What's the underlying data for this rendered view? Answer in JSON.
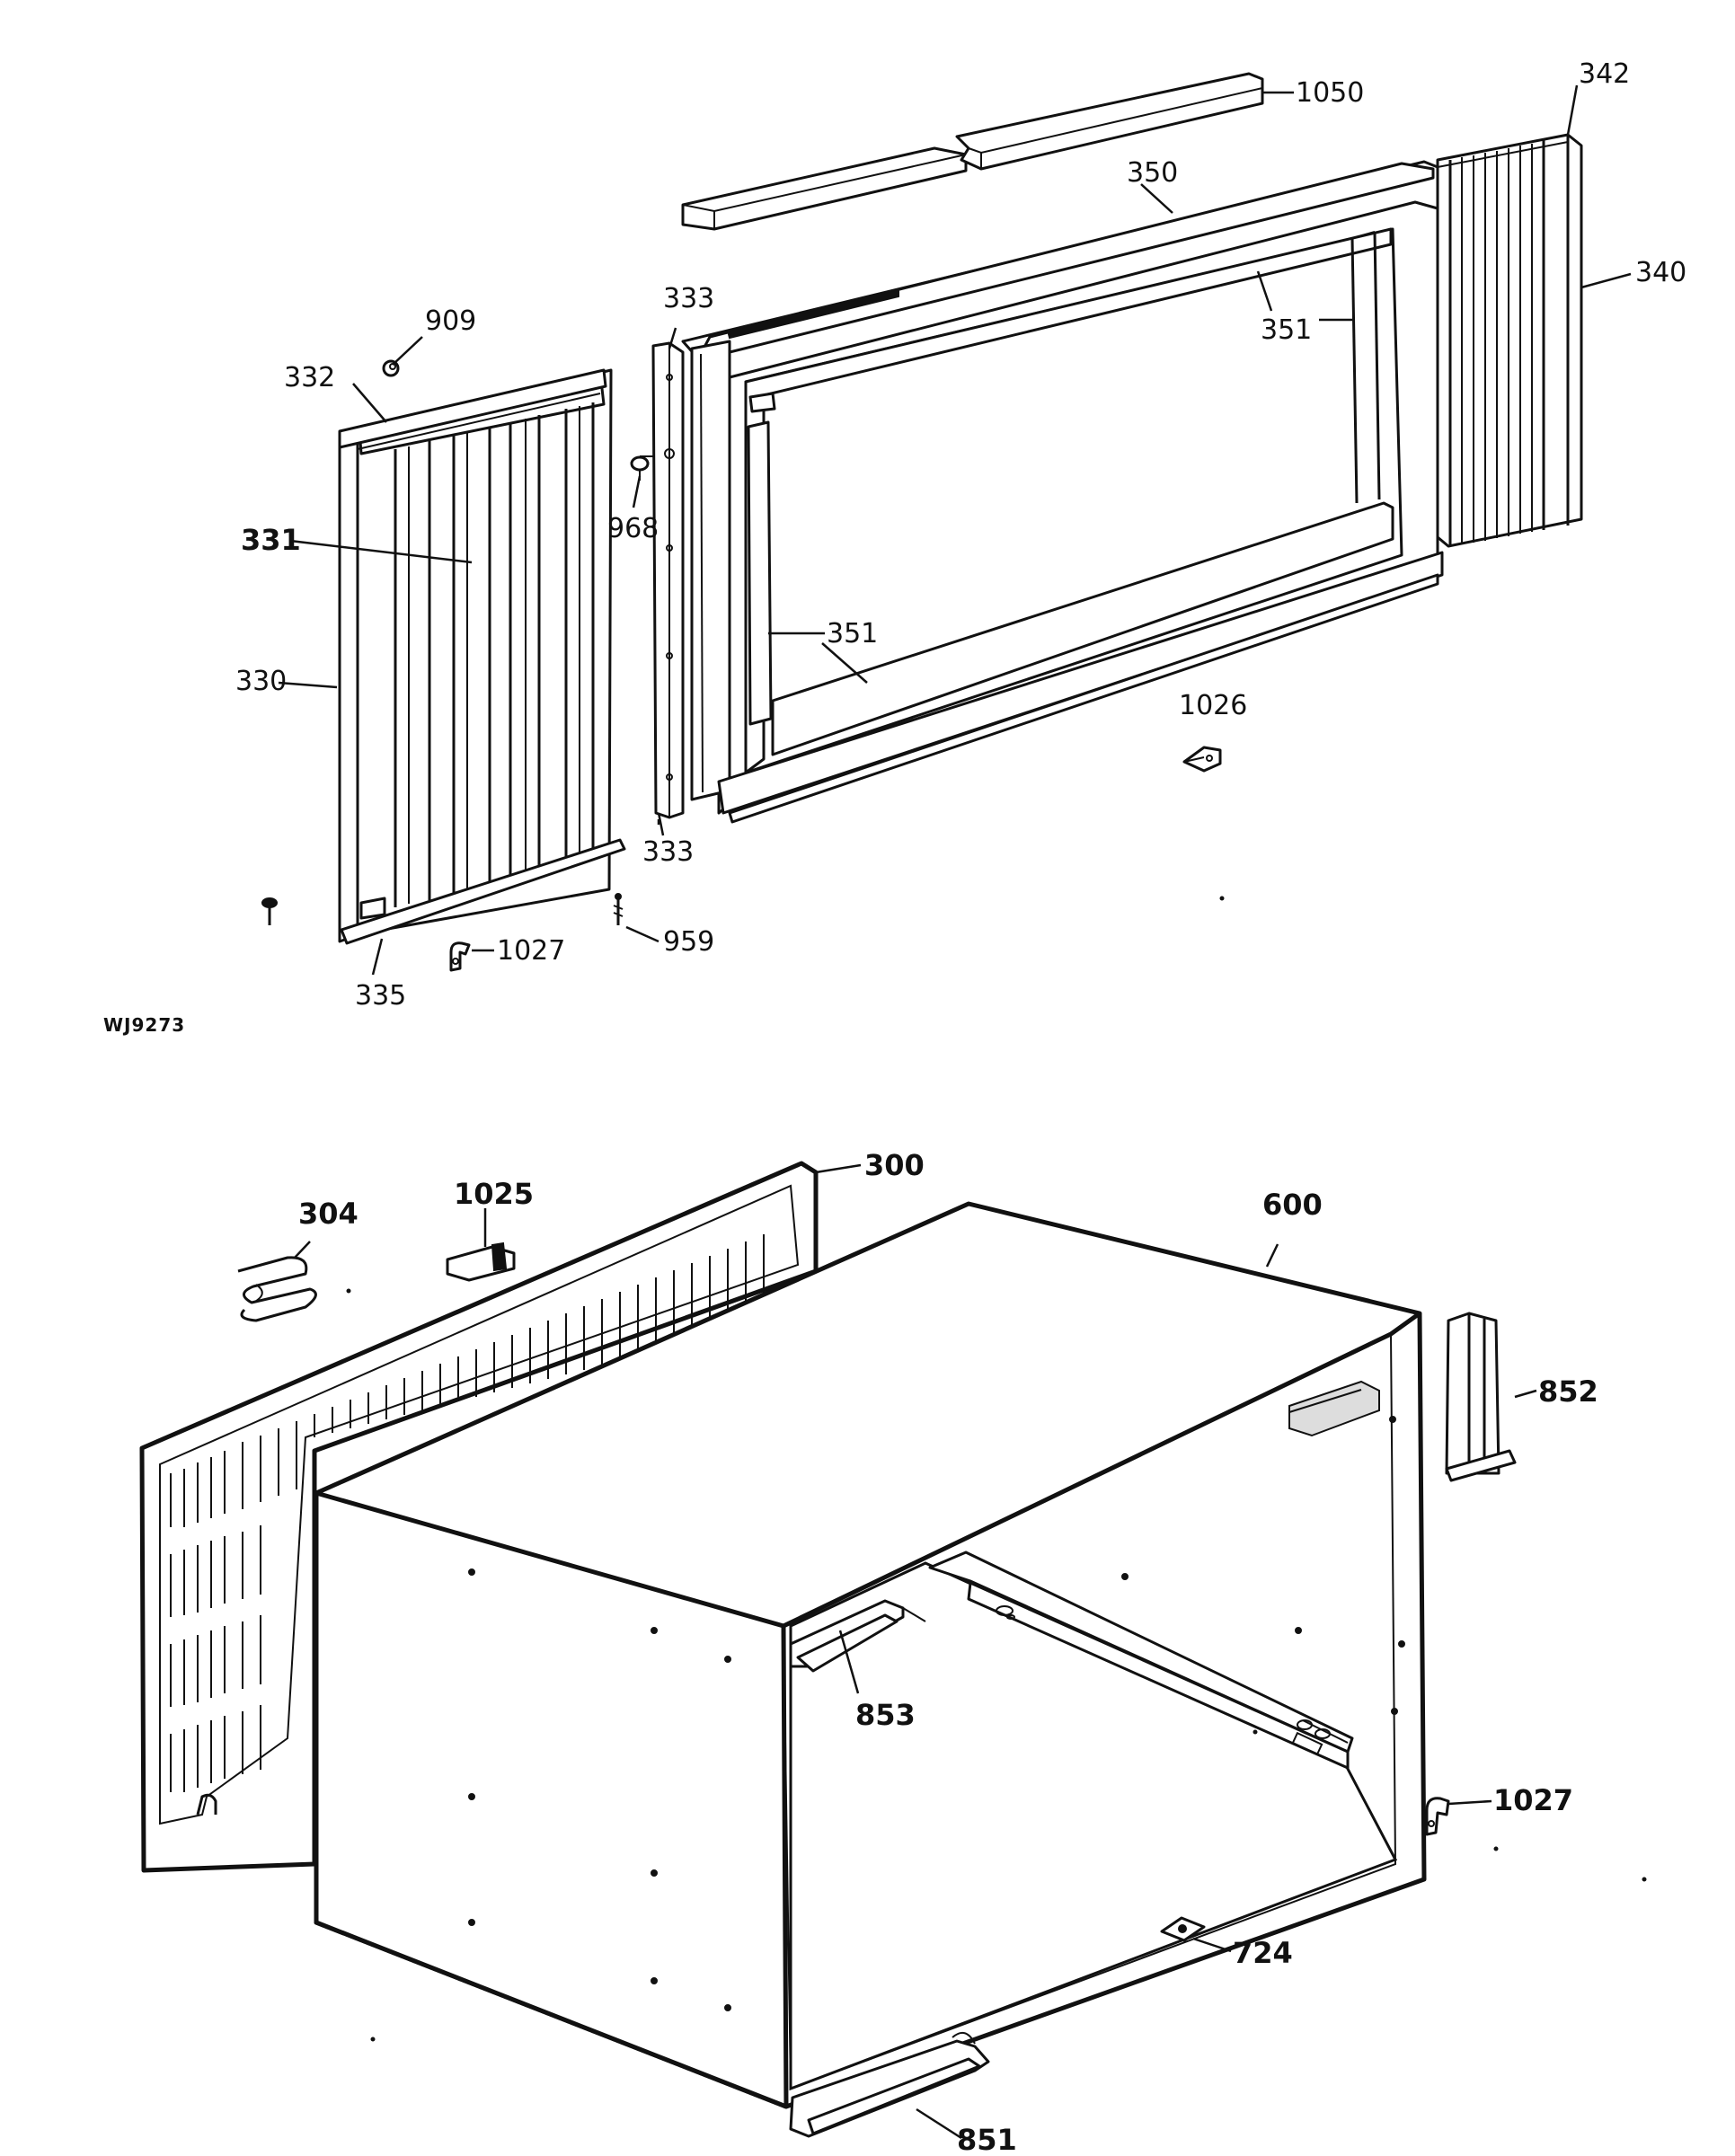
{
  "drawing_code": "WJ9273",
  "callouts": {
    "c1050": "1050",
    "c342": "342",
    "c350": "350",
    "c340": "340",
    "c351_top": "351",
    "c909": "909",
    "c333_top": "333",
    "c332": "332",
    "c331": "331",
    "c968": "968",
    "c330": "330",
    "c351_bottom": "351",
    "c1026": "1026",
    "c333_bottom": "333",
    "c959": "959",
    "c1027_top": "1027",
    "c335": "335",
    "c300": "300",
    "c304": "304",
    "c1025": "1025",
    "c600": "600",
    "c852": "852",
    "c853": "853",
    "c1027_bottom": "1027",
    "c724": "724",
    "c851": "851"
  }
}
